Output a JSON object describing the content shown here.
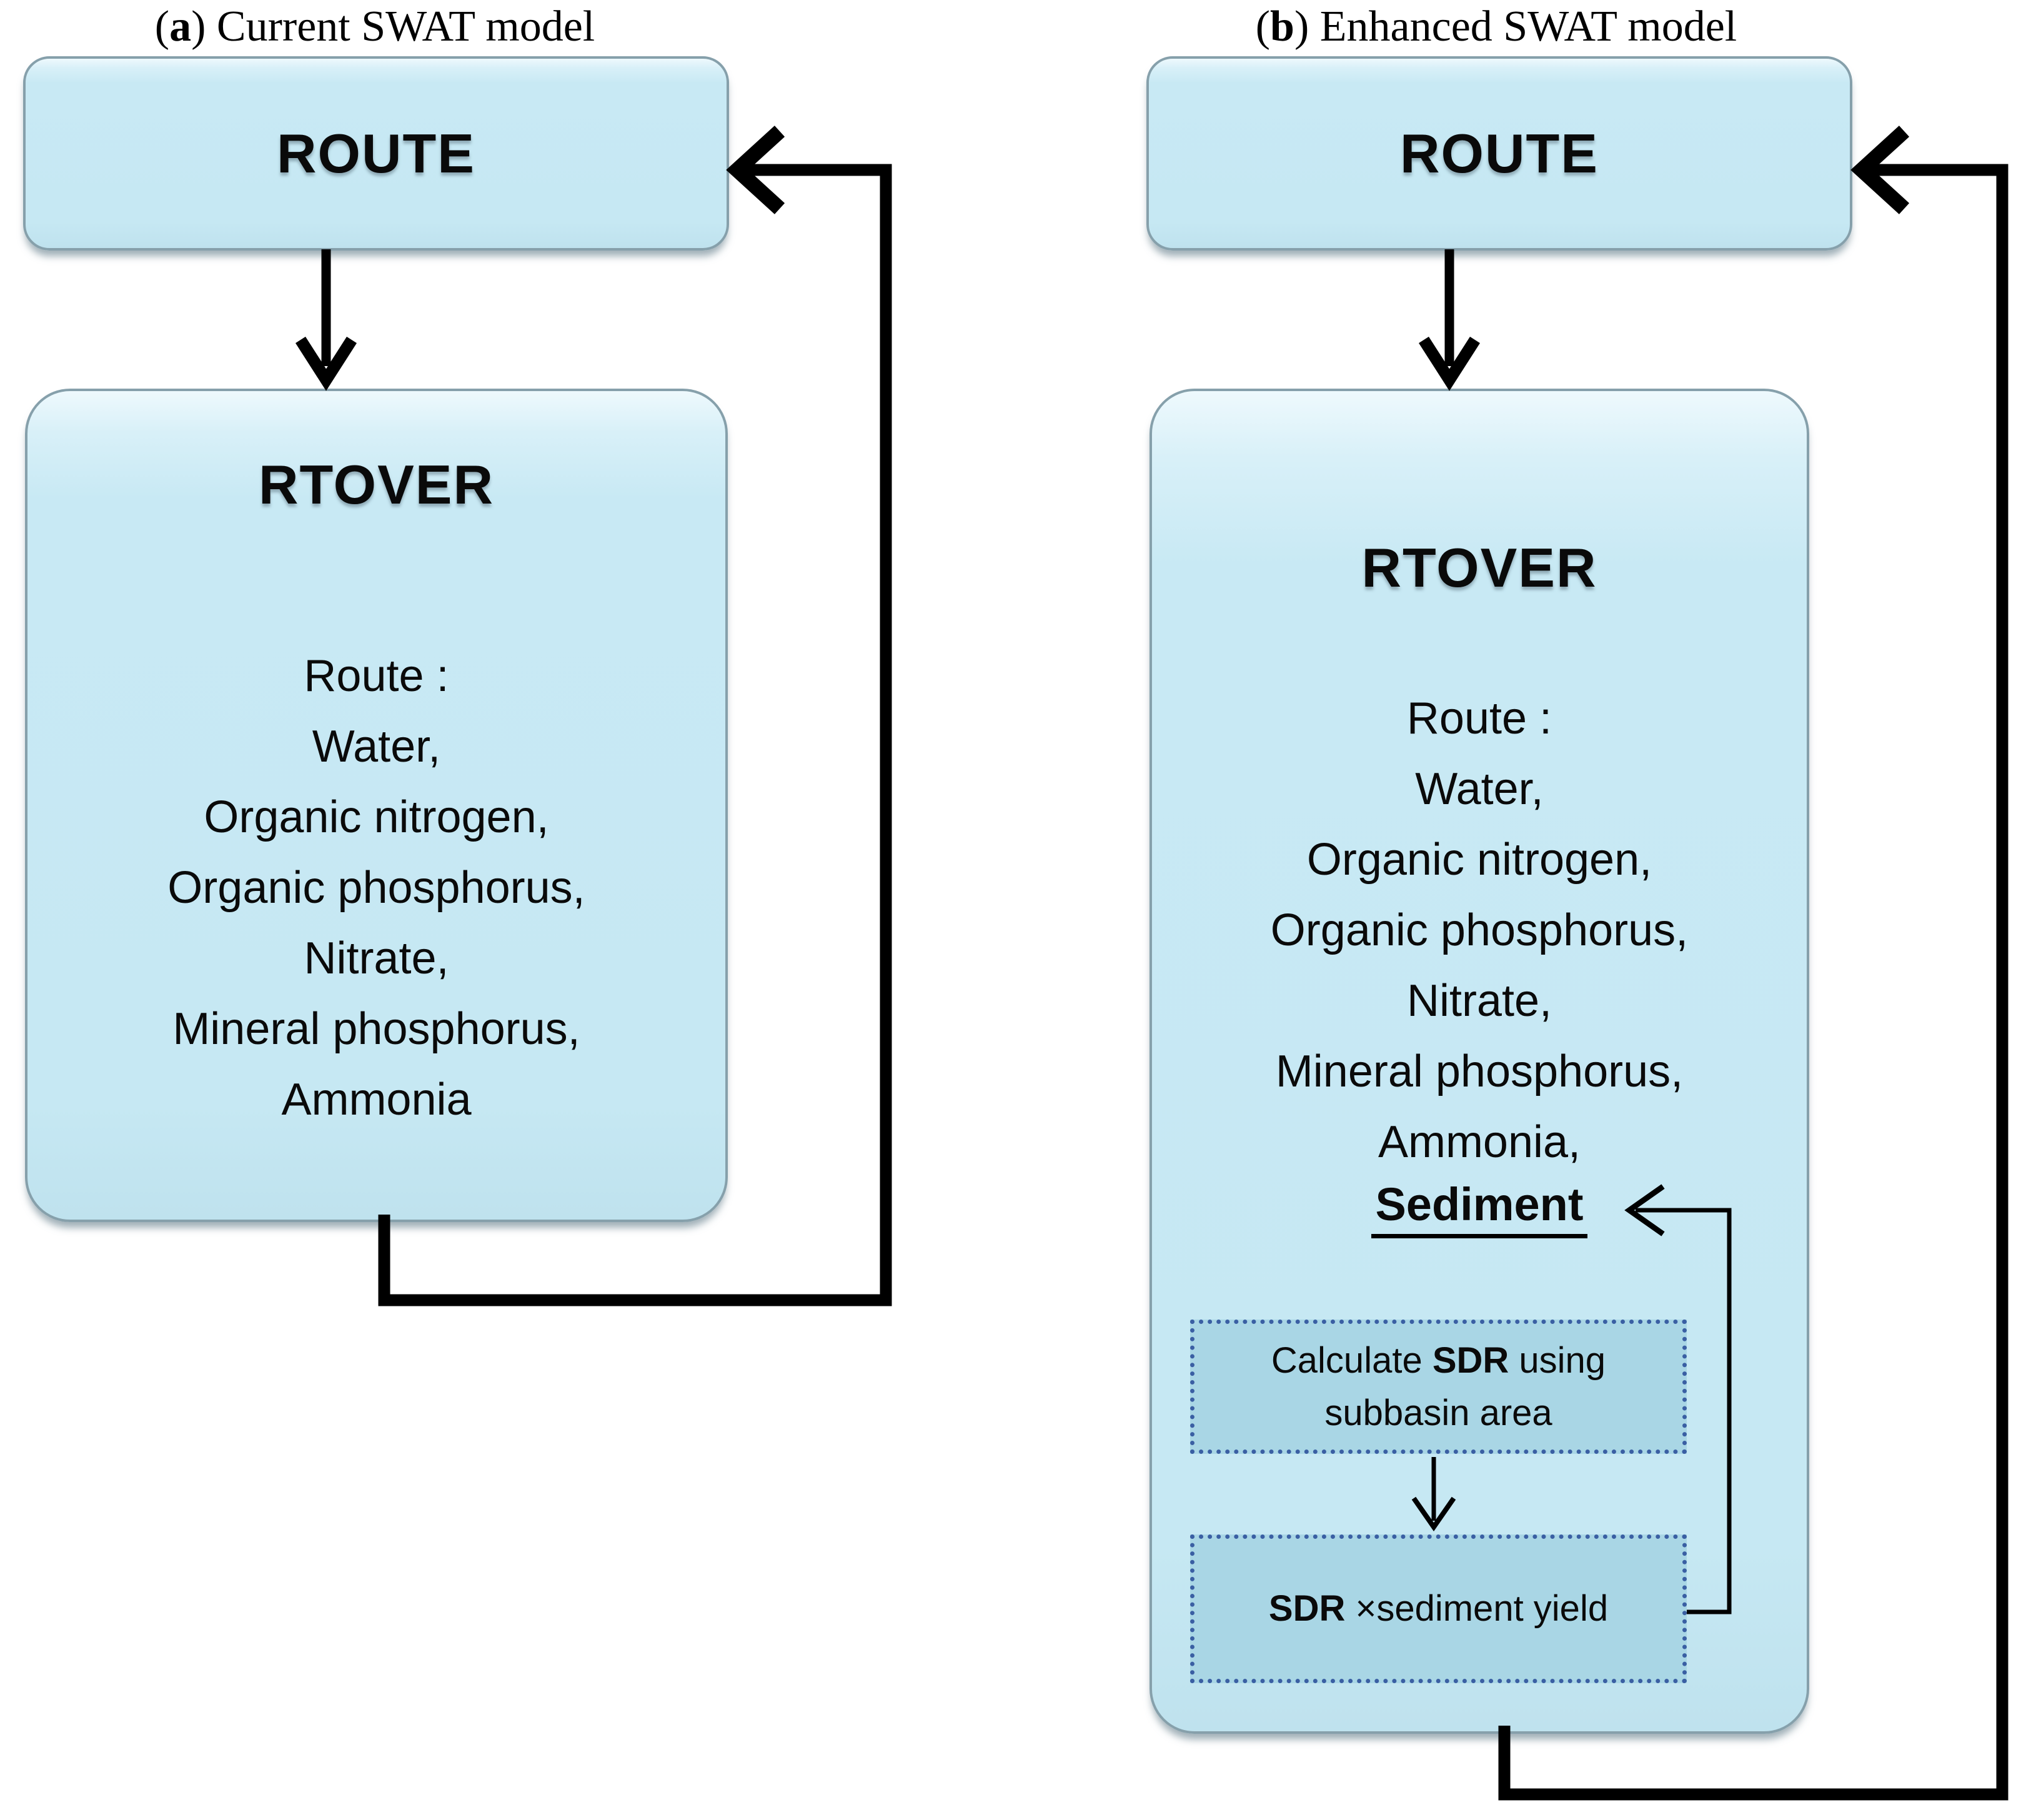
{
  "colors": {
    "box-fill": "#c8e9f4",
    "box-fill-top": "#eef9fd",
    "box-border": "#86a0ab",
    "dashed-fill": "#a9d6e5",
    "dashed-border": "#3a5fa3",
    "line-color": "#000000",
    "text-color": "#0a0a0a",
    "page-bg": "#ffffff"
  },
  "panel_a": {
    "title": {
      "open": "(",
      "letter": "a",
      "rest": ") Current SWAT model"
    },
    "route_box": {
      "label": "ROUTE"
    },
    "rtover_box": {
      "label": "RTOVER",
      "lines": [
        "Route :",
        "Water,",
        "Organic nitrogen,",
        "Organic phosphorus,",
        "Nitrate,",
        "Mineral phosphorus,",
        "Ammonia"
      ]
    }
  },
  "panel_b": {
    "title": {
      "open": "(",
      "letter": "b",
      "rest": ") Enhanced SWAT model"
    },
    "route_box": {
      "label": "ROUTE"
    },
    "rtover_box": {
      "label": "RTOVER",
      "lines": [
        "Route :",
        "Water,",
        "Organic nitrogen,",
        "Organic phosphorus,",
        "Nitrate,",
        "Mineral phosphorus,",
        "Ammonia,"
      ],
      "sediment": "Sediment"
    },
    "sdr_calc_box": {
      "pre": "Calculate ",
      "bold": "SDR",
      "post": " using",
      "line2": "subbasin area"
    },
    "sdr_mult_box": {
      "bold": "SDR",
      "post": " ×sediment yield"
    }
  }
}
